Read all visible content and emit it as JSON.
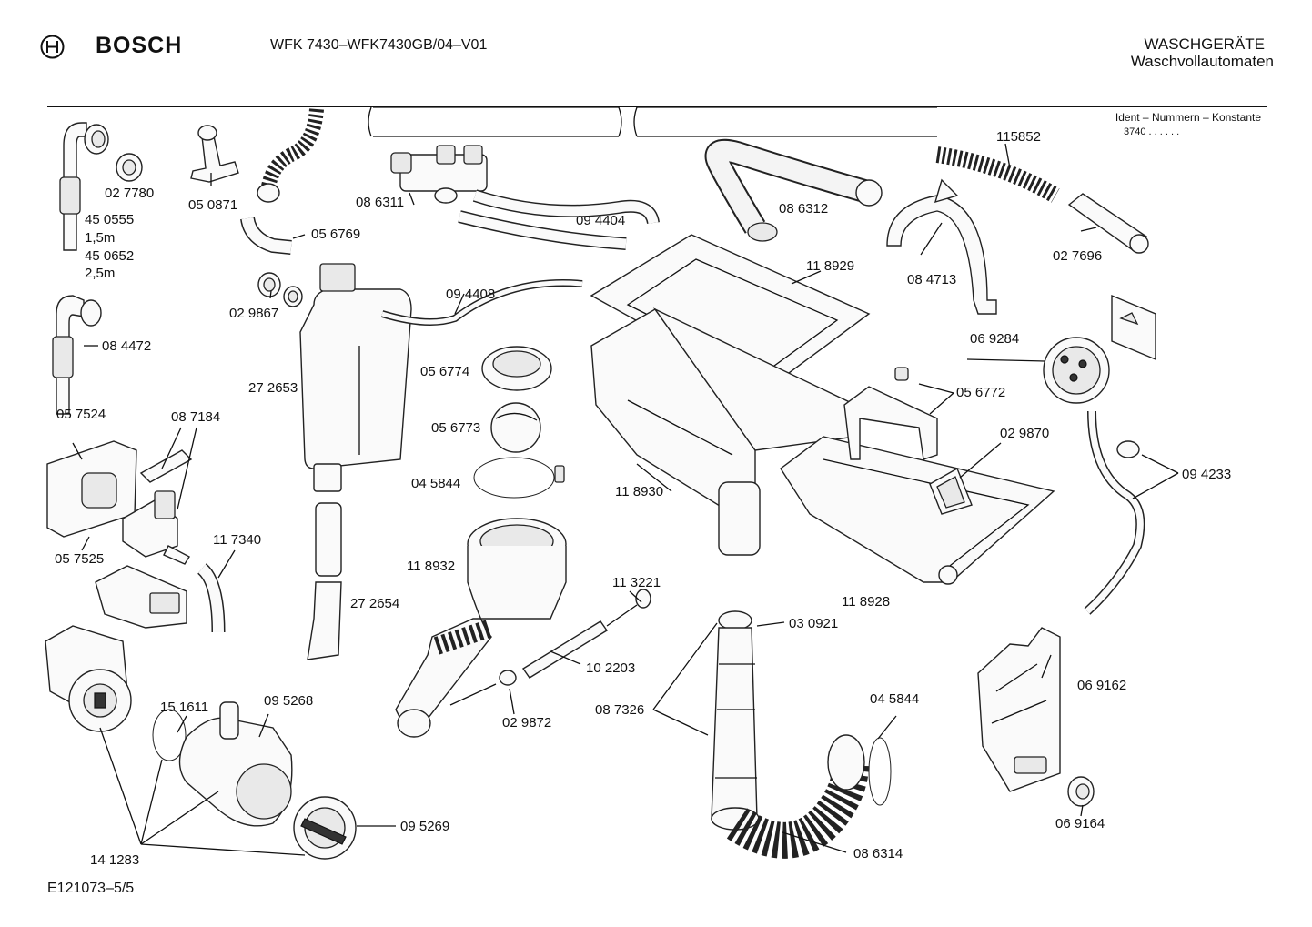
{
  "header": {
    "brand": "BOSCH",
    "model": "WFK 7430–WFK7430GB/04–V01",
    "category_line1": "WASCHGERÄTE",
    "category_line2": "Waschvollautomaten",
    "ident_heading": "Ident – Nummern – Konstante",
    "ident_value": "3740 . . . . . ."
  },
  "footer": {
    "drawing_id": "E121073–5/5"
  },
  "labels": [
    {
      "id": "l-027780",
      "text": "02 7780"
    },
    {
      "id": "l-050871",
      "text": "05 0871"
    },
    {
      "id": "l-450555",
      "text": "45 0555"
    },
    {
      "id": "l-15m",
      "text": "1,5m"
    },
    {
      "id": "l-450652",
      "text": "45 0652"
    },
    {
      "id": "l-25m",
      "text": "2,5m"
    },
    {
      "id": "l-086311",
      "text": "08 6311"
    },
    {
      "id": "l-056769",
      "text": "05 6769"
    },
    {
      "id": "l-094404",
      "text": "09 4404"
    },
    {
      "id": "l-086312",
      "text": "08 6312"
    },
    {
      "id": "l-115852",
      "text": "115852"
    },
    {
      "id": "l-084713",
      "text": "08 4713"
    },
    {
      "id": "l-027696",
      "text": "02 7696"
    },
    {
      "id": "l-029867",
      "text": "02 9867"
    },
    {
      "id": "l-094408",
      "text": "09 4408"
    },
    {
      "id": "l-118929",
      "text": "11 8929"
    },
    {
      "id": "l-084472",
      "text": "08 4472"
    },
    {
      "id": "l-272653",
      "text": "27 2653"
    },
    {
      "id": "l-056774",
      "text": "05 6774"
    },
    {
      "id": "l-069284",
      "text": "06 9284"
    },
    {
      "id": "l-056772",
      "text": "05 6772"
    },
    {
      "id": "l-057524",
      "text": "05 7524"
    },
    {
      "id": "l-087184",
      "text": "08 7184"
    },
    {
      "id": "l-056773",
      "text": "05 6773"
    },
    {
      "id": "l-029870",
      "text": "02 9870"
    },
    {
      "id": "l-045844a",
      "text": "04 5844"
    },
    {
      "id": "l-118930",
      "text": "11 8930"
    },
    {
      "id": "l-094233",
      "text": "09 4233"
    },
    {
      "id": "l-117340",
      "text": "11 7340"
    },
    {
      "id": "l-057525",
      "text": "05 7525"
    },
    {
      "id": "l-118932",
      "text": "11 8932"
    },
    {
      "id": "l-113221",
      "text": "11 3221"
    },
    {
      "id": "l-272654",
      "text": "27 2654"
    },
    {
      "id": "l-118928",
      "text": "11 8928"
    },
    {
      "id": "l-030921",
      "text": "03 0921"
    },
    {
      "id": "l-102203",
      "text": "10 2203"
    },
    {
      "id": "l-151611",
      "text": "15 1611"
    },
    {
      "id": "l-095268",
      "text": "09 5268"
    },
    {
      "id": "l-087326",
      "text": "08 7326"
    },
    {
      "id": "l-069162",
      "text": "06 9162"
    },
    {
      "id": "l-045844b",
      "text": "04 5844"
    },
    {
      "id": "l-029872",
      "text": "02 9872"
    },
    {
      "id": "l-095269",
      "text": "09 5269"
    },
    {
      "id": "l-069164",
      "text": "06 9164"
    },
    {
      "id": "l-086314",
      "text": "08 6314"
    },
    {
      "id": "l-141283",
      "text": "14 1283"
    }
  ]
}
